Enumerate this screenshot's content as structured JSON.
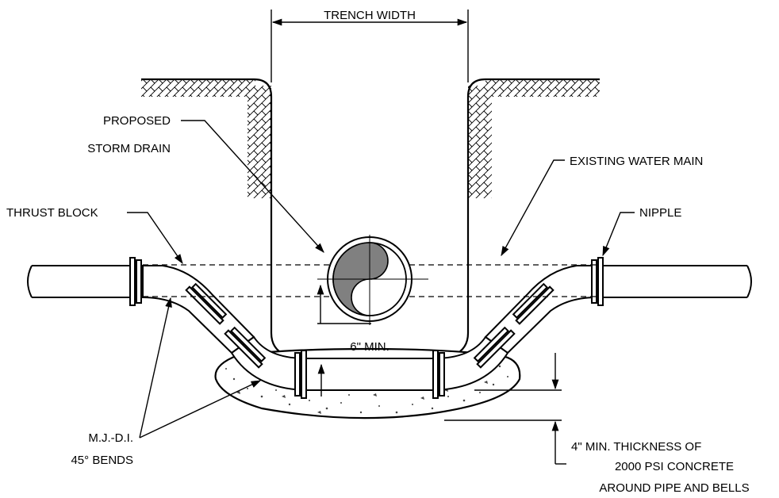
{
  "labels": {
    "trench_width": "TRENCH WIDTH",
    "proposed_line1": "PROPOSED",
    "proposed_line2": "STORM DRAIN",
    "existing_water_main": "EXISTING WATER MAIN",
    "thrust_block": "THRUST BLOCK",
    "nipple": "NIPPLE",
    "six_min": "6\" MIN.",
    "bends_line1": "M.J.-D.I.",
    "bends_line2": "45° BENDS",
    "concrete_line1": "4\" MIN. THICKNESS OF",
    "concrete_line2": "2000 PSI CONCRETE",
    "concrete_line3": "AROUND PIPE AND BELLS"
  }
}
